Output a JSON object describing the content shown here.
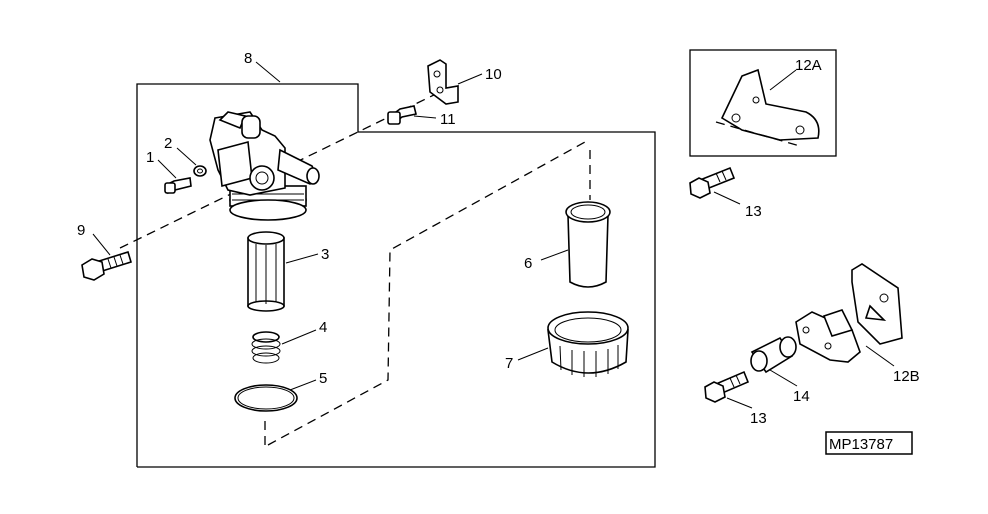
{
  "callouts": {
    "c1": "1",
    "c2": "2",
    "c3": "3",
    "c4": "4",
    "c5": "5",
    "c6": "6",
    "c7": "7",
    "c8": "8",
    "c9": "9",
    "c10": "10",
    "c11": "11",
    "c12a": "12A",
    "c12b": "12B",
    "c13a": "13",
    "c13b": "13",
    "c14": "14"
  },
  "reference_code": "MP13787"
}
